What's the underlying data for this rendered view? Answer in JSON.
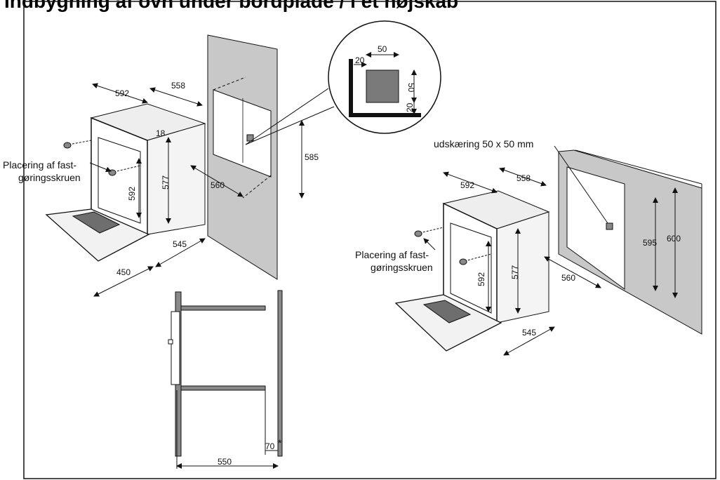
{
  "title": "Indbygning af ovn under bordplade / i et højskab",
  "left": {
    "width": "592",
    "depth": "558",
    "top": "18",
    "height": "577",
    "door_height": "592",
    "floor_depth": "545",
    "door_open": "450",
    "niche_depth": "560",
    "niche_height": "585",
    "screw_label_1": "Placering af fast-",
    "screw_label_2": "gøringsskruen",
    "bubble_w": "50",
    "bubble_h": "50",
    "bubble_left": "20",
    "bubble_bottom": "20"
  },
  "section": {
    "depth": "550",
    "gap": "70",
    "note": "*"
  },
  "right": {
    "cutout_note": "udskæring 50 x 50 mm",
    "width": "592",
    "depth": "558",
    "height": "577",
    "door_height": "592",
    "floor_depth": "545",
    "niche_depth": "560",
    "niche_height": "595",
    "total_height": "600",
    "screw_label_1": "Placering af fast-",
    "screw_label_2": "gøringsskruen"
  },
  "colors": {
    "wall": "#c8c8c8",
    "dark": "#6e6e6e",
    "line": "#111111"
  }
}
